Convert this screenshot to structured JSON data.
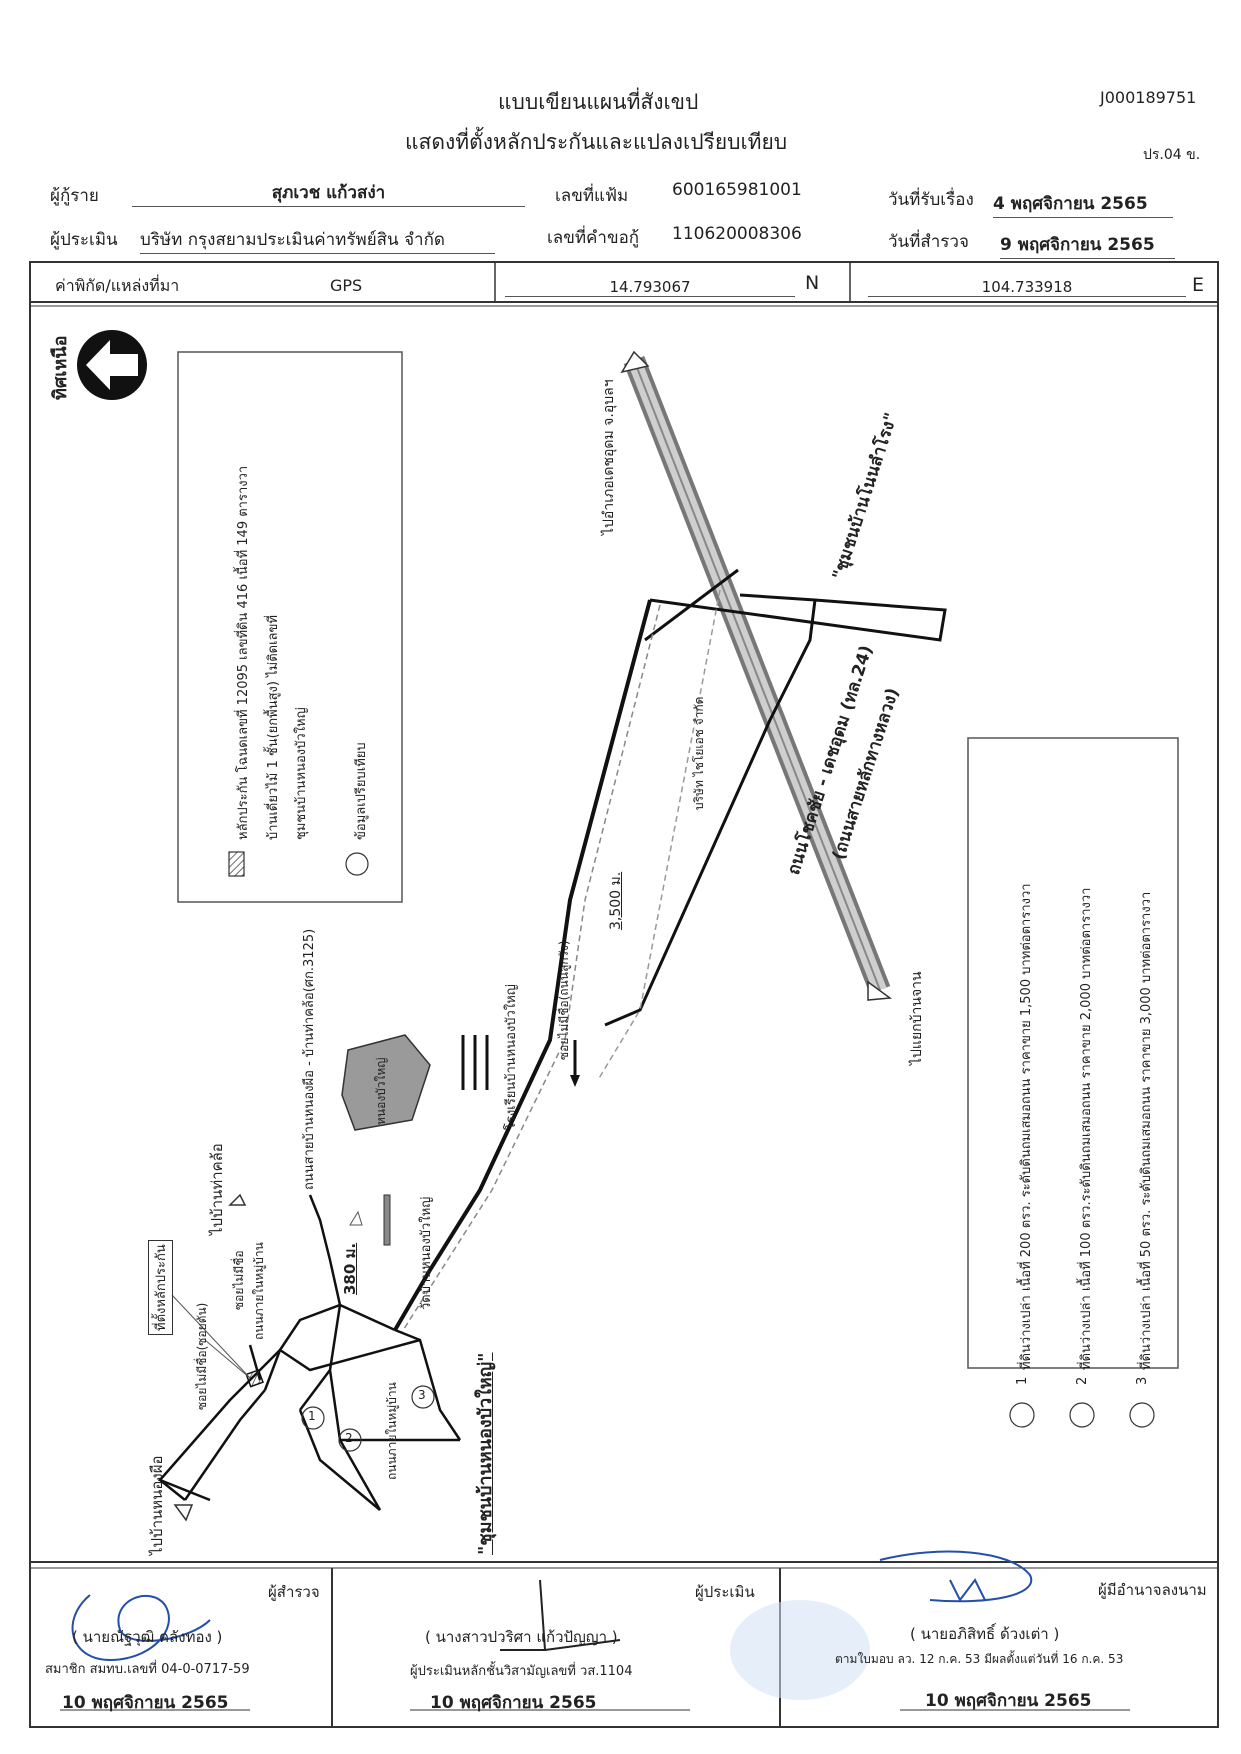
{
  "form": {
    "title": "แบบเขียนแผนที่สังเขป",
    "subtitle": "แสดงที่ตั้งหลักประกันและแปลงเปรียบเทียบ",
    "doc_id": "J000189751",
    "form_code": "ปร.04 ข."
  },
  "header": {
    "applicant_label": "ผู้กู้ราย",
    "applicant_value": "สุภเวช แก้วสง่า",
    "file_no_label": "เลขที่แฟ้ม",
    "file_no_value": "600165981001",
    "received_label": "วันที่รับเรื่อง",
    "received_value": "4 พฤศจิกายน 2565",
    "appraiser_label": "ผู้ประเมิน",
    "appraiser_value": "บริษัท กรุงสยามประเมินค่าทรัพย์สิน จำกัด",
    "request_no_label": "เลขที่คำขอกู้",
    "request_no_value": "110620008306",
    "survey_label": "วันที่สำรวจ",
    "survey_value": "9 พฤศจิกายน 2565"
  },
  "coords": {
    "label": "ค่าพิกัด/แหล่งที่มา",
    "source": "GPS",
    "lat": "14.793067",
    "lat_dir": "N",
    "lon": "104.733918",
    "lon_dir": "E"
  },
  "map": {
    "north_label": "ทิศเหนือ",
    "legend": {
      "collateral_line1": "หลักประกัน โฉนดเลขที่ 12095 เลขที่ดิน 416 เนื้อที่ 149 ตารางวา",
      "collateral_line2": "บ้านเดี่ยวไม้ 1 ชั้น(ยกพื้นสูง) ไม่ติดเลขที่",
      "collateral_line3": "ชุมชนบ้านหนองบัวใหญ่",
      "comparison": "ข้อมูลเปรียบเทียบ"
    },
    "prices": {
      "p1_num": "1",
      "p1": "ที่ดินว่างเปล่า เนื้อที่ 200 ตรว. ระดับดินถมเสมอถนน ราคาขาย 1,500 บาทต่อตารางวา",
      "p2_num": "2",
      "p2": "ที่ดินว่างเปล่า เนื้อที่ 100 ตรว.ระดับดินถมเสมอถนน ราคาขาย 2,000 บาทต่อตารางวา",
      "p3_num": "3",
      "p3": "ที่ดินว่างเปล่า เนื้อที่ 50 ตรว. ระดับดินถมเสมอถนน ราคาขาย 3,000 บาทต่อตารางวา"
    },
    "labels": {
      "to_det_udom": "ไปอำเภอเดชอุดม จ.อุบลฯ",
      "community_ban_non": "\"ชุมชนบ้านโนนลำโรง\"",
      "highway": "ถนนโชคชัย - เดชอุดม (ทล.24)",
      "highway_sub": "(ถนนสายหลักทางหลวง)",
      "company": "บริษัท ไชโยเอช จำกัด",
      "to_ban_chan": "ไปแยกบ้านจาน",
      "dist_3500": "3,500 ม.",
      "soi_no_name_upper": "ซอยไม่มีชื่อ(ถนนลูกรัง)",
      "school": "โรงเรียนบ้านหนองบัวใหญ่",
      "pond": "หนองบัวใหญ่",
      "road_ban_tha_klo": "ถนนสายบ้านหนองผือ - บ้านท่าคล้อ(ศก.3125)",
      "dist_380": "380 ม.",
      "temple": "วัดบ้านหนองบัวใหญ่",
      "to_ban_tha_klo": "ไปบ้านท่าคล้อ",
      "collateral_site": "ที่ตั้งหลักประกัน",
      "soi_no_name_1": "ซอยไม่มีชื่อ",
      "soi_no_name_2": "ซอยไม่มีชื่อ(ซอยตัน)",
      "village_road_1": "ถนนภายในหมู่บ้าน",
      "village_road_2": "ถนนภายในหมู่บ้าน",
      "to_ban_nong_pue": "ไปบ้านหนองผือ",
      "community_nong_bua": "\"ชุมชนบ้านหนองบัวใหญ่\"",
      "n1": "1",
      "n2": "2",
      "n3": "3"
    }
  },
  "signatures": {
    "surveyor_role": "ผู้สำรวจ",
    "surveyor_name": "( นายณัฐวุฒิ คลังทอง )",
    "surveyor_member": "สมาชิก สมทบ.เลขที่ 04-0-0717-59",
    "surveyor_date": "10 พฤศจิกายน 2565",
    "appraiser_role": "ผู้ประเมิน",
    "appraiser_name": "( นางสาวปวริศา แก้วปัญญา )",
    "appraiser_license": "ผู้ประเมินหลักชั้นวิสามัญเลขที่  วส.1104",
    "appraiser_date": "10 พฤศจิกายน 2565",
    "signer_role": "ผู้มีอำนาจลงนาม",
    "signer_name": "( นายอภิสิทธิ์ ด้วงเต่า )",
    "signer_authority": "ตามใบมอบ ลว. 12 ก.ค. 53 มีผลตั้งแต่วันที่ 16 ก.ค. 53",
    "signer_date": "10 พฤศจิกายน 2565"
  }
}
